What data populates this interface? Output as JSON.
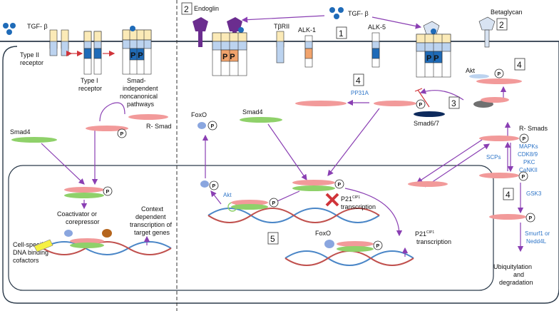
{
  "labels": {
    "tgfb_left": "TGF- β",
    "tgfb_top": "TGF- β",
    "endoglin": "Endoglin",
    "betaglycan": "Betaglycan",
    "tbrii": "TβRII",
    "alk1": "ALK-1",
    "alk5": "ALK-5",
    "type2_receptor_1": "Type II",
    "type2_receptor_2": "receptor",
    "type1_receptor_1": "Type I",
    "type1_receptor_2": "receptor",
    "smad_indep_1": "Smad-",
    "smad_indep_2": "independent",
    "smad_indep_3": "noncanonical",
    "smad_indep_4": "pathways",
    "r_smad_left": "R- Smad",
    "smad4_left": "Smad4",
    "smad4_mid": "Smad4",
    "foxo_top": "FoxO",
    "foxo_bottom": "FoxO",
    "akt_mid": "Akt",
    "akt_right": "Akt",
    "pp31a": "PP31A",
    "smad67": "Smad6/7",
    "r_smads_right": "R- Smads",
    "kinases_1": "MAPKs",
    "kinases_2": "CDK8/9",
    "kinases_3": "PKC",
    "kinases_4": "CaNKII",
    "scps": "SCPs",
    "gsk3": "GSK3",
    "smurf_1": "Smurf1 or",
    "smurf_2": "Nedd4L",
    "ubiq_1": "Ubiquitylation",
    "ubiq_2": "and",
    "ubiq_3": "degradation",
    "coact_1": "Coactivator or",
    "coact_2": "corepressor",
    "context_1": "Context",
    "context_2": "dependent",
    "context_3": "transcription of",
    "context_4": "target genes",
    "cofactor_1": "Cell-specific",
    "cofactor_2": "DNA binding",
    "cofactor_3": "cofactors",
    "p21_upper": "P21",
    "p21_upper_sup": "CIP1",
    "p21_upper_2": "transcription",
    "p21_lower": "P21",
    "p21_lower_sup": "CIP1",
    "p21_lower_2": "transcription",
    "p_mark": "P",
    "pp_mark": "P P"
  },
  "numbers": {
    "n1": "1",
    "n2a": "2",
    "n2b": "2",
    "n3": "3",
    "n4a": "4",
    "n4b": "4",
    "n4c": "4",
    "n5": "5"
  },
  "colors": {
    "membrane": "#2b3a4a",
    "arrow": "#8a3fb3",
    "smad_pink": "#f29a9a",
    "smad4_green": "#8fd16a",
    "receptor_light": "#bcd3ef",
    "receptor_dark": "#1f6bb8",
    "receptor_cream": "#fbeab7",
    "receptor_orange": "#f1a36c",
    "endoglin_purple": "#6b2d8f",
    "betaglycan_light": "#d8e3f2",
    "foxo_blue": "#8aa6df",
    "ligand_blue": "#1f6bb8",
    "dna_blue": "#4a86c7",
    "dna_red": "#c0504d",
    "blue_text": "#2e75c8"
  }
}
